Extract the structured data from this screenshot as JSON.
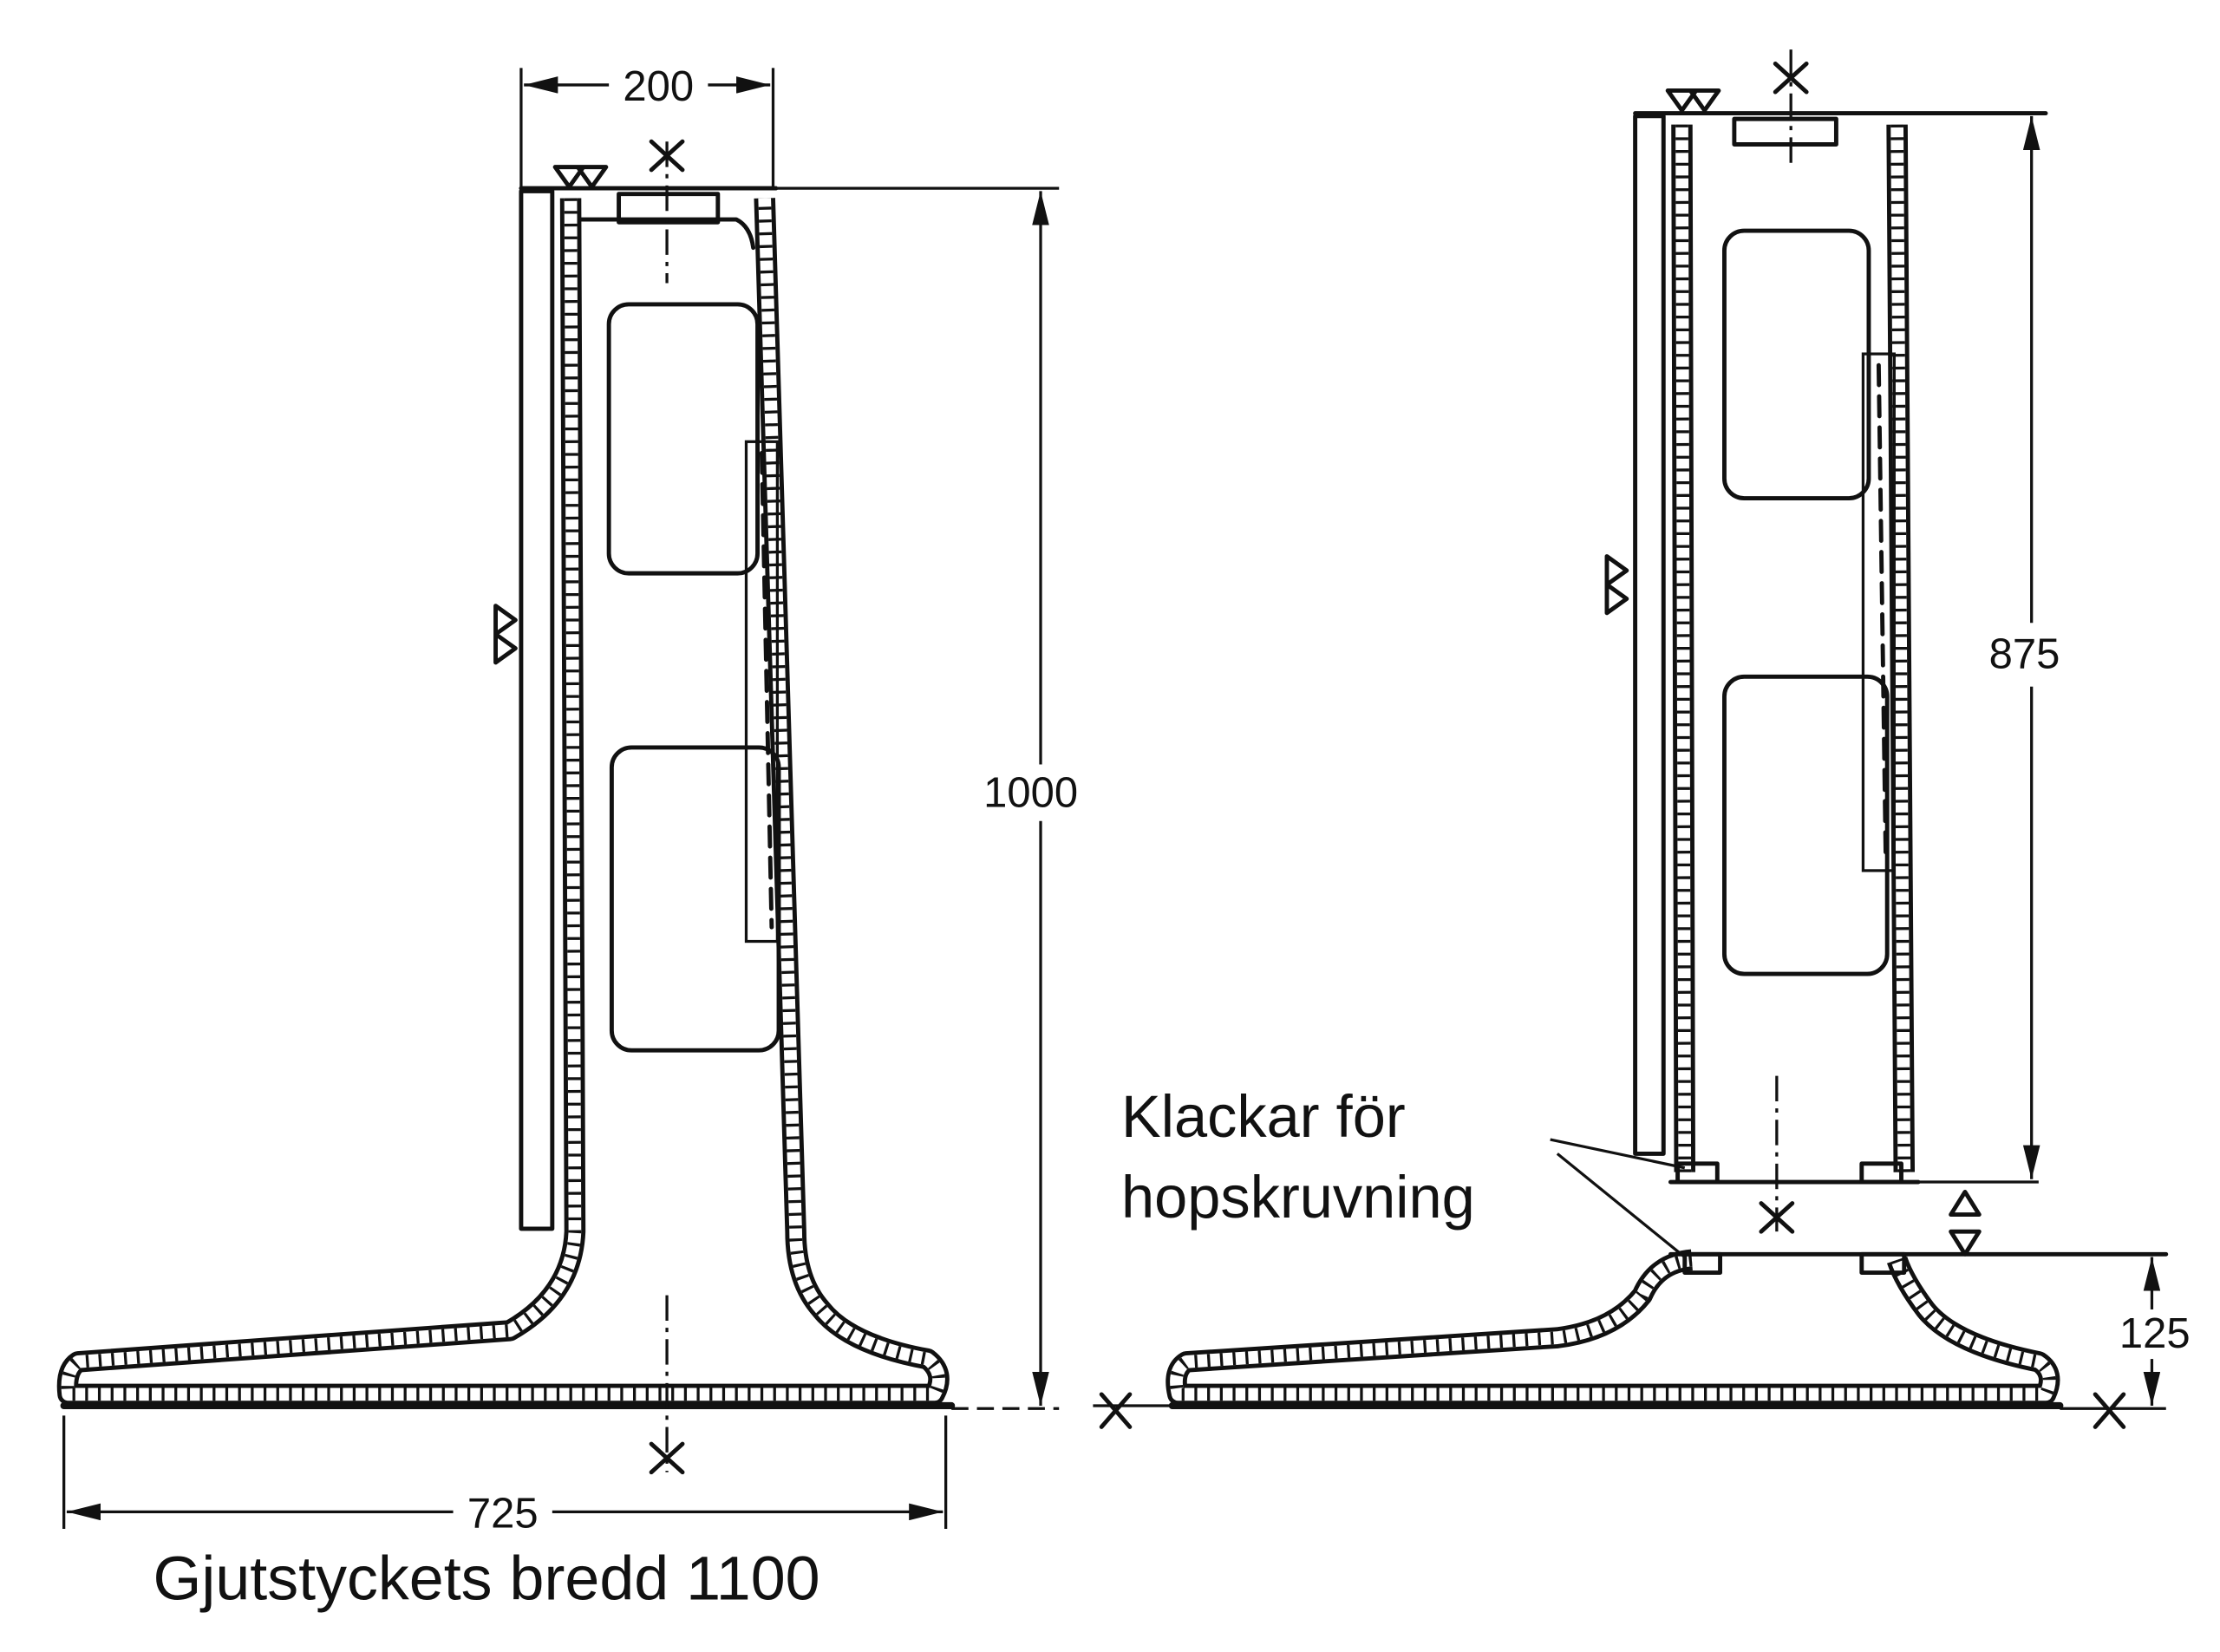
{
  "drawing": {
    "left_view": {
      "dim_top_width": "200",
      "dim_height": "1000",
      "dim_base_width": "725",
      "caption": "Gjutstyckets bredd 1100"
    },
    "right_view": {
      "dim_height": "875",
      "dim_base_height": "125",
      "annotation_line1": "Klackar för",
      "annotation_line2": "hopskruvning"
    }
  }
}
